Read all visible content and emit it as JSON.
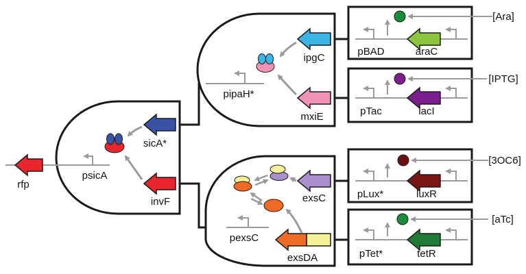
{
  "colors": {
    "wire": "#1a1a1a",
    "grey": "#9a9a9a",
    "rfp": "#e8262d",
    "sicA": "#3953a4",
    "invF": "#e8262d",
    "ipgC": "#3ab5e5",
    "mxiE": "#f092b8",
    "exsC": "#a98fcb",
    "exsDA_orange": "#ef6b25",
    "exsDA_yellow": "#f6f29a",
    "araC": "#8cc63f",
    "lacI": "#7b1f8e",
    "luxR": "#7a1515",
    "tetR": "#1e7a34",
    "ara_inducer": "#1a8c3a",
    "iptg_inducer": "#7b1f8e",
    "oc6_inducer": "#6b1010",
    "atc_inducer": "#1a8c3a"
  },
  "labels": {
    "rfp": "rfp",
    "psicA": "psicA",
    "sicA": "sicA*",
    "invF": "invF",
    "pipaH": "pipaH*",
    "ipgC": "ipgC",
    "mxiE": "mxiE",
    "pexsC": "pexsC",
    "exsC": "exsC",
    "exsDA": "exsDA",
    "pBAD": "pBAD",
    "araC": "araC",
    "pTac": "pTac",
    "lacI": "lacI",
    "pLux": "pLux*",
    "luxR": "luxR",
    "pTet": "pTet*",
    "tetR": "tetR",
    "ara": "[Ara]",
    "iptg": "[IPTG]",
    "oc6": "[3OC6]",
    "atc": "[aTc]"
  }
}
